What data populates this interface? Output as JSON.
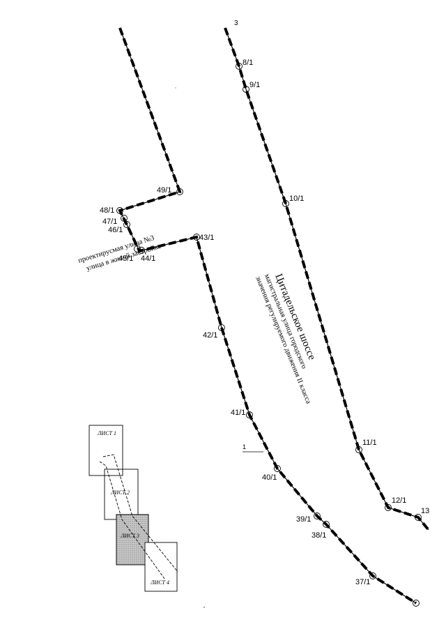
{
  "street": {
    "name": "Цитадельское шоссе",
    "line1": "магистральная улица городского",
    "line2": "значения регулируемого движения II класса"
  },
  "projected_street": {
    "line1": "проектирусмая улица №3",
    "line2": "улица в жилой застройке"
  },
  "section": {
    "top_mark": "3",
    "side_mark": "1"
  },
  "points": {
    "p8": "8/1",
    "p9": "9/1",
    "p10": "10/1",
    "p11": "11/1",
    "p12": "12/1",
    "p13": "13",
    "p49": "49/1",
    "p48": "48/1",
    "p47": "47/1",
    "p46": "46/1",
    "p45": "45/1",
    "p44": "44/1",
    "p43": "43/1",
    "p42": "42/1",
    "p41": "41/1",
    "p40": "40/1",
    "p39": "39/1",
    "p38": "38/1",
    "p37": "37/1"
  },
  "key_map": {
    "sheets": [
      "ЛИСТ 1",
      "ЛИСТ 2",
      "ЛИСТ 3",
      "ЛИСТ 4"
    ],
    "current_sheet_index": 2
  }
}
